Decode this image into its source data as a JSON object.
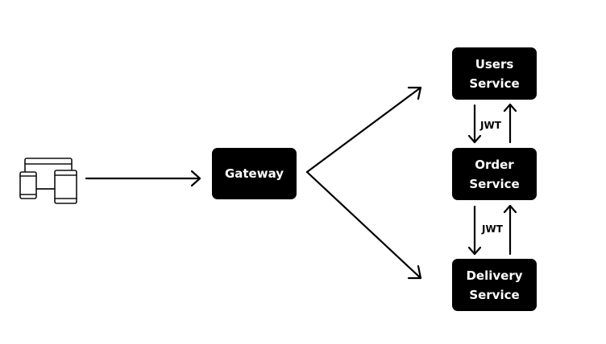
{
  "client": {
    "icon": "devices-icon"
  },
  "nodes": {
    "gateway": "Gateway",
    "users": "Users\nService",
    "order": "Order\nService",
    "delivery": "Delivery\nService"
  },
  "edges": {
    "users_order_label": "JWT",
    "order_delivery_label": "JWT"
  }
}
